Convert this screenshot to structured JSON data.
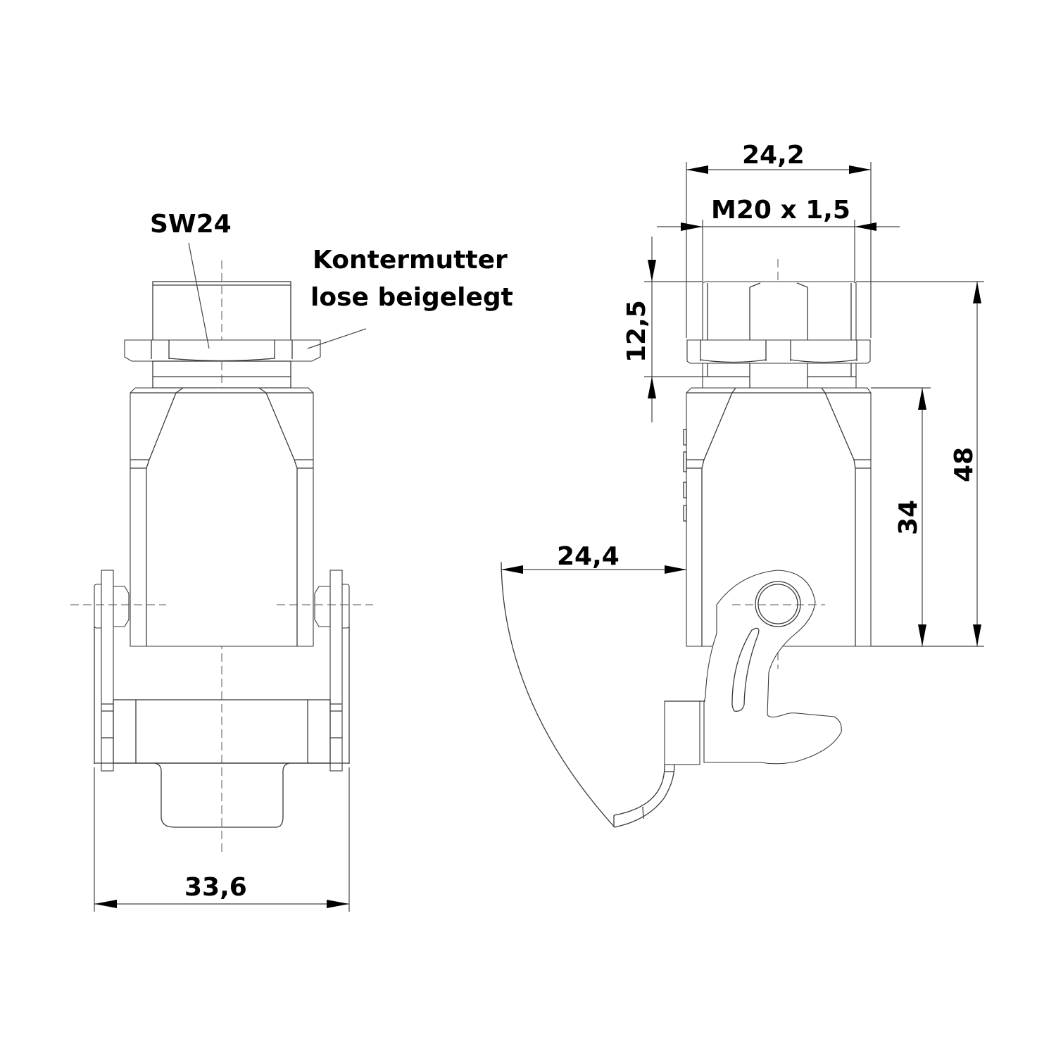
{
  "drawing": {
    "type": "technical-dimension-drawing",
    "units": "mm",
    "views": [
      "front-view",
      "side-view"
    ]
  },
  "front_view": {
    "labels": {
      "wrench_size": "SW24",
      "locknut_note_line1": "Kontermutter",
      "locknut_note_line2": "lose beigelegt"
    },
    "dimensions": {
      "overall_width": "33,6"
    }
  },
  "side_view": {
    "dimensions": {
      "nut_width": "24,2",
      "thread": "M20 x 1,5",
      "gland_height": "12,5",
      "body_height": "34",
      "overall_height": "48",
      "lever_projection": "24,4"
    }
  },
  "colors": {
    "line": "#3a3a3a",
    "text": "#000000",
    "background": "#ffffff"
  }
}
